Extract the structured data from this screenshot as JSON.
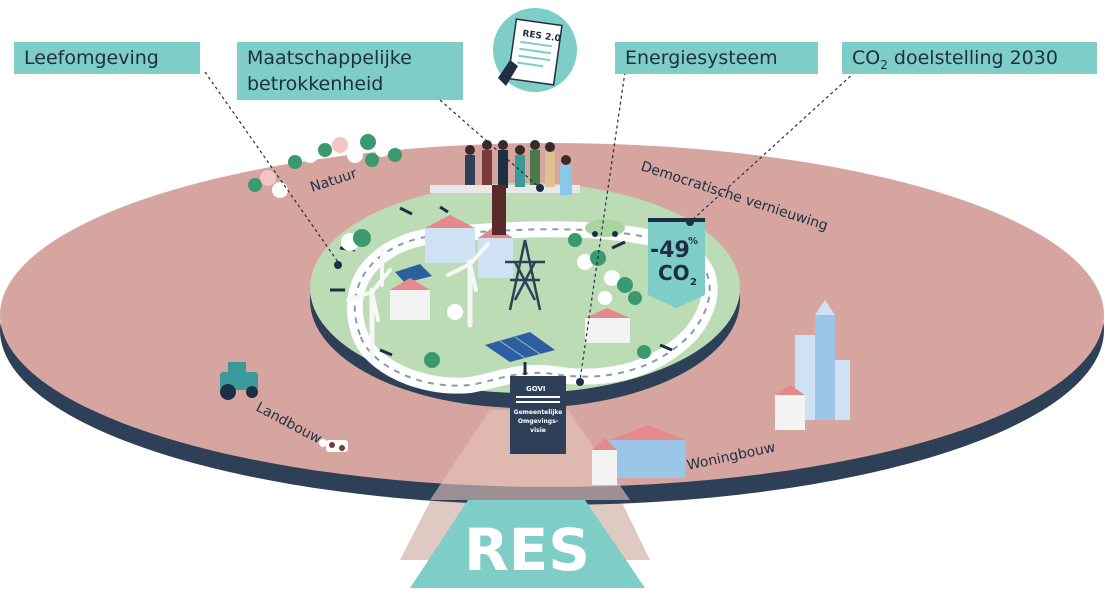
{
  "labels": {
    "leefomgeving": "Leefomgeving",
    "maatschappelijke_line1": "Maatschappelijke",
    "maatschappelijke_line2": "betrokkenheid",
    "energiesysteem": "Energiesysteem",
    "co2_prefix": "CO",
    "co2_sub": "2",
    "co2_suffix": " doelstelling 2030"
  },
  "document_icon": {
    "title": "RES 2.0"
  },
  "ring_labels": {
    "natuur": "Natuur",
    "democratische": "Democratische vernieuwing",
    "landbouw": "Landbouw",
    "woningbouw": "Woningbouw"
  },
  "target_badge": {
    "value": "-49",
    "unit": "%",
    "gas": "CO",
    "gas_sub": "2"
  },
  "govi_book": {
    "title": "GOVI",
    "line1": "Gemeentelijke",
    "line2": "Omgevings-",
    "line3": "visie"
  },
  "res_label": "RES",
  "colors": {
    "outer_ring": "#d6a59f",
    "ring_edge": "#2d4057",
    "inner_green": "#bcdcb5",
    "accent_teal": "#7ecdc6",
    "dark_navy": "#1e2f45"
  }
}
